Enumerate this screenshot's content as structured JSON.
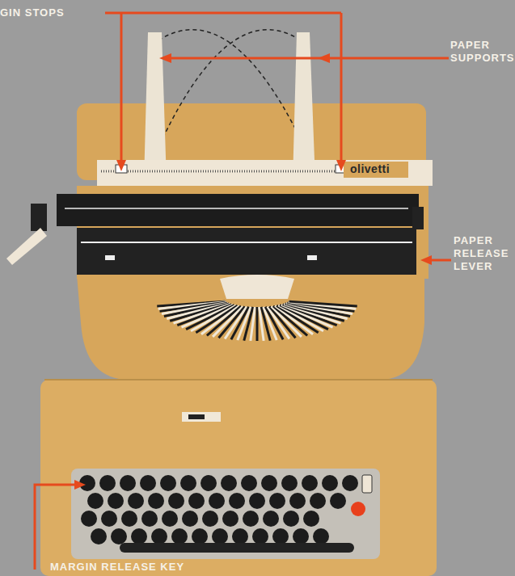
{
  "diagram": {
    "labels": [
      "GIN STOPS",
      "PAPER SUPPORTS",
      "PAPER RELEASE LEVER",
      "olivetti",
      "MARGIN RELEASE KEY"
    ]
  }
}
